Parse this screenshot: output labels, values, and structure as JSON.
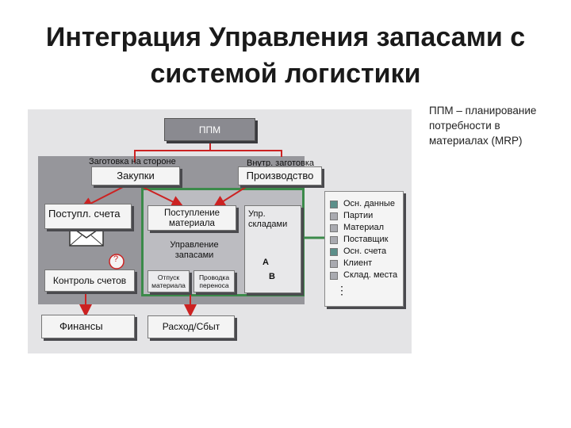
{
  "title": {
    "line1": "Интеграция Управления запасами с",
    "line2": "системой логистики"
  },
  "side_note": "ППМ – планирование потребности в материалах (MRP)",
  "diagram": {
    "ppm": "ППМ",
    "procurement": {
      "caption": "Заготовка на стороне",
      "label": "Закупки"
    },
    "production": {
      "caption": "Внутр. заготовка",
      "label": "Производство"
    },
    "invoice_receipt": "Поступл. счета",
    "invoice_control": "Контроль счетов",
    "question_mark": "?",
    "goods_receipt": "Поступление материала",
    "warehouse": "Упр. складами",
    "inventory_mgmt": "Управление запасами",
    "goods_issue": "Отпуск материала",
    "posting": "Проводка переноса",
    "bin_a": "A",
    "bin_b": "B",
    "finance": "Финансы",
    "sales": "Расход/Сбыт",
    "legend": [
      "Осн. данные",
      "Партии",
      "Материал",
      "Поставщик",
      "Осн. счета",
      "Клиент",
      "Склад. места"
    ],
    "legend_more": "⋮"
  },
  "colors": {
    "accent_green": "#3b8a4a",
    "arrow_red": "#cc2222",
    "dark_gray": "#96969b"
  }
}
